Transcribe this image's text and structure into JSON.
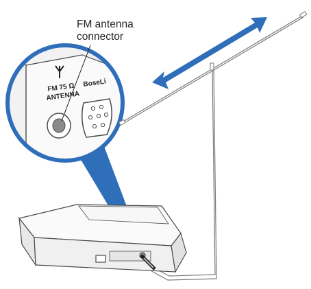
{
  "callout": {
    "line1": "FM antenna",
    "line2": "connector"
  },
  "zoom_panel": {
    "port_label_line1": "FM 75 Ω",
    "port_label_line2": "ANTENNA",
    "neighbor_label": "BoseLi"
  },
  "colors": {
    "accent_blue": "#2f6fba",
    "outline": "#4a4a4a",
    "panel_fill": "#f7f7f7",
    "connector_fill": "#8a8a8a"
  },
  "icons": {
    "antenna_symbol": "antenna-icon",
    "ground_symbol": "ground-icon",
    "arrow": "double-headed-arrow-icon"
  }
}
